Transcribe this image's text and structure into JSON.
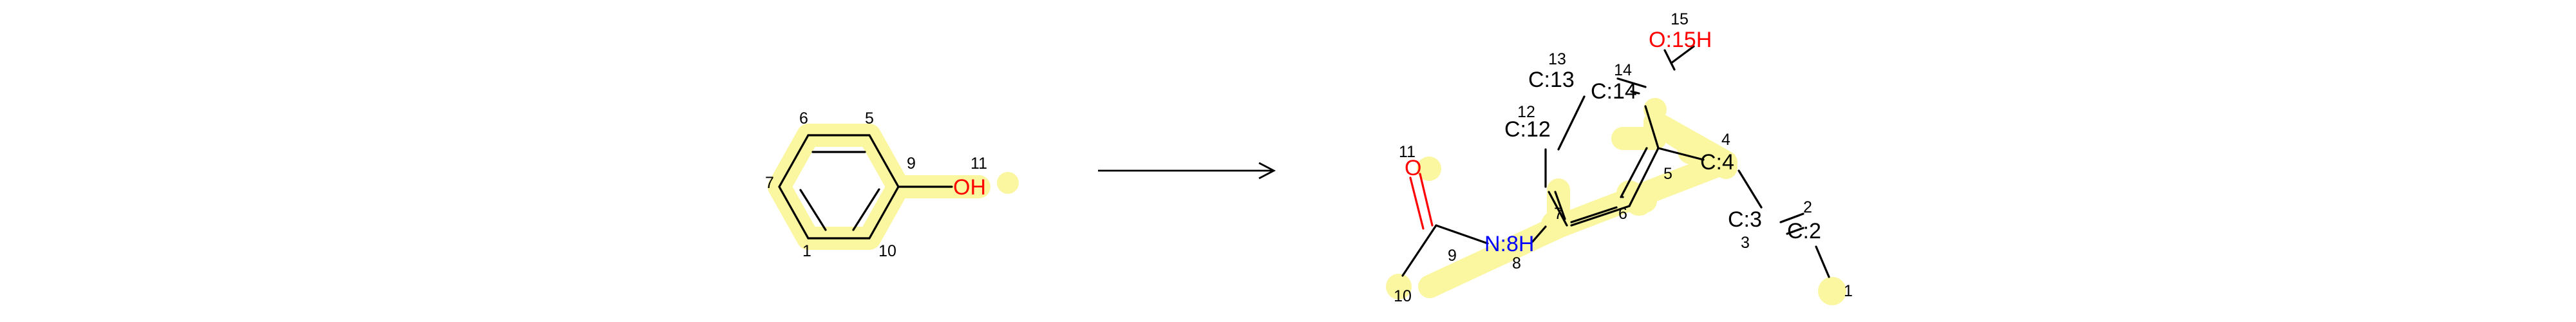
{
  "colors": {
    "highlight": "#fbf6a0",
    "bond": "#000000",
    "oxygen": "#ff0000",
    "nitrogen": "#0000ff",
    "carbon": "#000000"
  },
  "reactant": {
    "atom_labels": {
      "oh": "OH"
    },
    "map_numbers": {
      "n1": "1",
      "n5": "5",
      "n6": "6",
      "n7": "7",
      "n9": "9",
      "n10": "10",
      "n11": "11"
    }
  },
  "product": {
    "atom_labels": {
      "o15": "O:15H",
      "c13": "C:13",
      "c14": "C:14",
      "c12": "C:12",
      "c4": "C:4",
      "o11": "O",
      "n8": "N:8H",
      "c3": "C:3",
      "c2": "C:2"
    },
    "map_numbers": {
      "n15": "15",
      "n14": "14",
      "n13": "13",
      "n12": "12",
      "n11": "11",
      "n4": "4",
      "n5": "5",
      "n6": "6",
      "n7": "7",
      "n9": "9",
      "n8": "8",
      "n10": "10",
      "n3": "3",
      "n2": "2",
      "n1": "1"
    }
  }
}
